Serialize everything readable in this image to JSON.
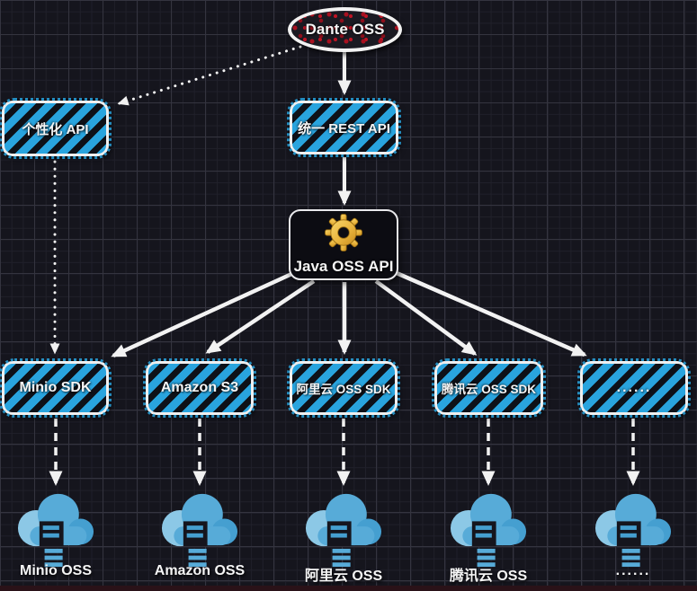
{
  "colors": {
    "background": "#15151d",
    "stripe_blue": "#29a4de",
    "node_border": "#f2f2f2",
    "gear_gold": "#e9b53e",
    "dante_dot_red": "#a8101f",
    "cloud_blue": "#57abd8",
    "cloud_blue_light": "#8cc8e6",
    "cloud_blue_dark": "#459fd0"
  },
  "diagram": {
    "root": {
      "label": "Dante OSS"
    },
    "api_layer": [
      {
        "label": "个性化 API"
      },
      {
        "label": "统一 REST API"
      }
    ],
    "core": {
      "label": "Java OSS API",
      "icon": "gear-icon"
    },
    "sdk_layer": [
      {
        "label": "Minio SDK"
      },
      {
        "label": "Amazon S3"
      },
      {
        "label": "阿里云 OSS SDK"
      },
      {
        "label": "腾讯云 OSS SDK"
      },
      {
        "label": "......"
      }
    ],
    "storage_layer": [
      {
        "label": "Minio OSS",
        "icon": "cloud-icon"
      },
      {
        "label": "Amazon OSS",
        "icon": "cloud-icon"
      },
      {
        "label": "阿里云 OSS",
        "icon": "cloud-icon"
      },
      {
        "label": "腾讯云 OSS",
        "icon": "cloud-icon"
      },
      {
        "label": "......",
        "icon": "cloud-icon"
      }
    ],
    "edges": [
      {
        "from": "Dante OSS",
        "to": "统一 REST API",
        "style": "solid"
      },
      {
        "from": "Dante OSS",
        "to": "个性化 API",
        "style": "dotted"
      },
      {
        "from": "统一 REST API",
        "to": "Java OSS API",
        "style": "solid"
      },
      {
        "from": "个性化 API",
        "to": "Minio SDK",
        "style": "dotted"
      },
      {
        "from": "Java OSS API",
        "to": "Minio SDK",
        "style": "solid"
      },
      {
        "from": "Java OSS API",
        "to": "Amazon S3",
        "style": "solid"
      },
      {
        "from": "Java OSS API",
        "to": "阿里云 OSS SDK",
        "style": "solid"
      },
      {
        "from": "Java OSS API",
        "to": "腾讯云 OSS SDK",
        "style": "solid"
      },
      {
        "from": "Java OSS API",
        "to": "......",
        "style": "solid"
      },
      {
        "from": "Minio SDK",
        "to": "Minio OSS",
        "style": "dashed"
      },
      {
        "from": "Amazon S3",
        "to": "Amazon OSS",
        "style": "dashed"
      },
      {
        "from": "阿里云 OSS SDK",
        "to": "阿里云 OSS",
        "style": "dashed"
      },
      {
        "from": "腾讯云 OSS SDK",
        "to": "腾讯云 OSS",
        "style": "dashed"
      },
      {
        "from": "......",
        "to": "......",
        "style": "dashed"
      }
    ]
  }
}
